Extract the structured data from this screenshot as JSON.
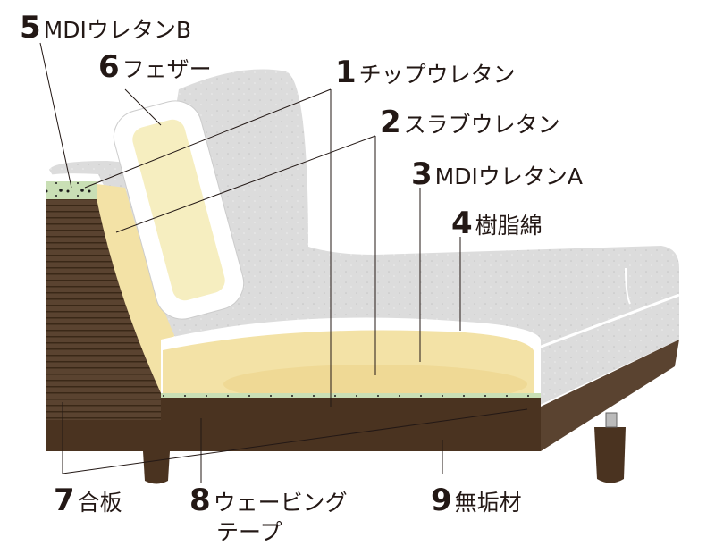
{
  "labels": [
    {
      "num": "5",
      "text": "MDIウレタンB"
    },
    {
      "num": "6",
      "text": "フェザー"
    },
    {
      "num": "1",
      "text": "チップウレタン"
    },
    {
      "num": "2",
      "text": "スラブウレタン"
    },
    {
      "num": "3",
      "text": "MDIウレタンA"
    },
    {
      "num": "4",
      "text": "樹脂綿"
    },
    {
      "num": "7",
      "text": "合板"
    },
    {
      "num": "8",
      "text": "ウェービング",
      "text2": "テープ"
    },
    {
      "num": "9",
      "text": "無垢材"
    }
  ],
  "colors": {
    "fabric": "#d9d9d9",
    "wood": "#4a3320",
    "plywood": "#5a4330",
    "slab_urethane": "#f3e2a6",
    "chip_urethane": "#c9dfb5",
    "feather": "#f6eec0",
    "text": "#231815"
  }
}
